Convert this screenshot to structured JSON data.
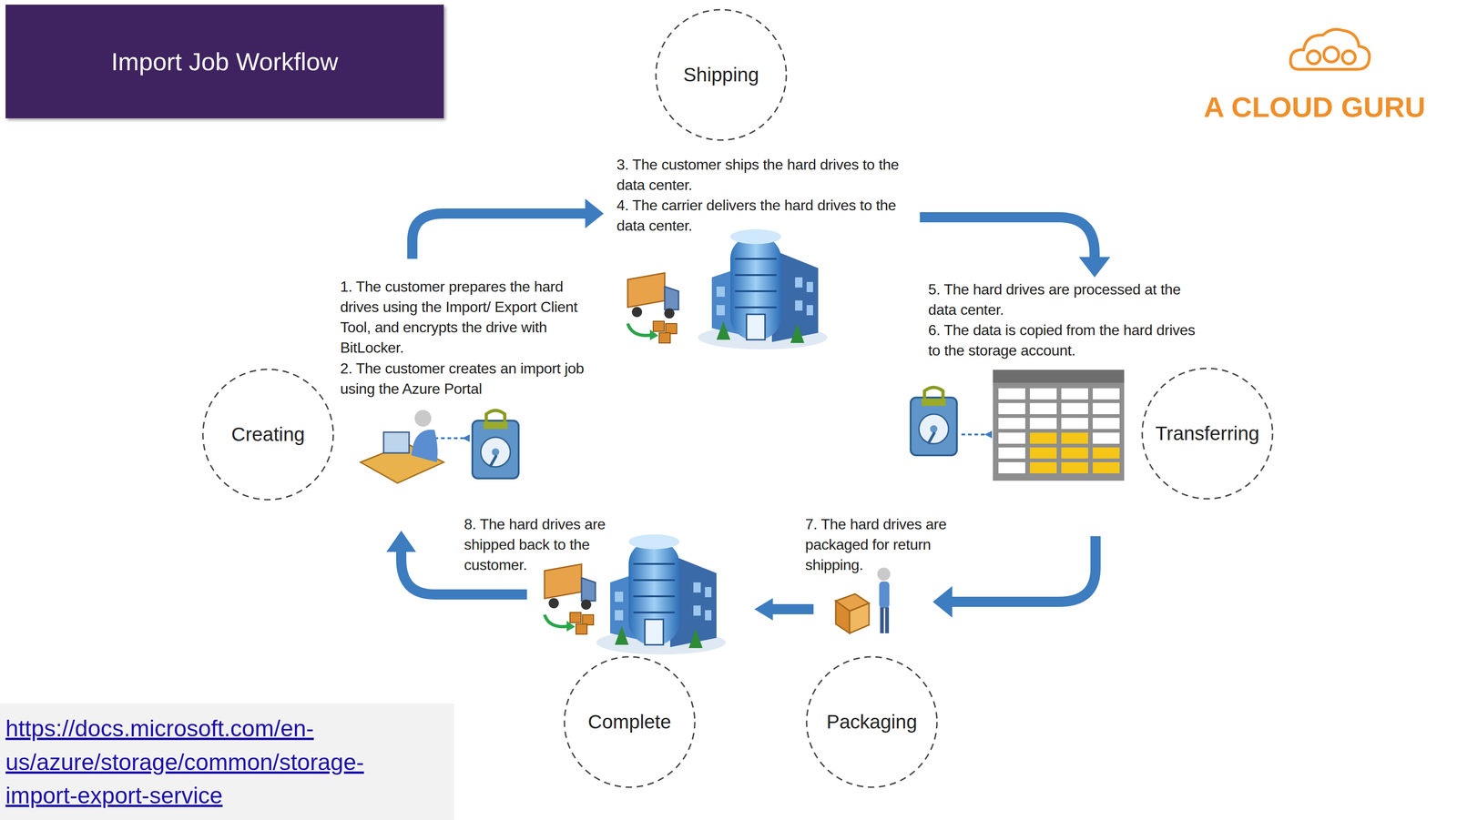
{
  "diagram": {
    "title": "Import Job Workflow",
    "nodes": [
      {
        "text": [
          "Shipping"
        ]
      },
      {
        "text": [
          "Creating"
        ]
      },
      {
        "text": [
          "Transferring"
        ]
      },
      {
        "text": [
          "Complete"
        ]
      },
      {
        "text": [
          "Packaging"
        ]
      }
    ],
    "labels": [
      "A CLOUD GURU",
      "3. The customer ships the hard drives to the data center.",
      "4. The carrier delivers the hard drives to the data center.",
      "1. The customer prepares the hard drives using the Import/ Export Client Tool, and encrypts the drive with BitLocker.",
      "2. The customer creates an import job using the Azure Portal",
      "5. The hard drives are processed at the data center.",
      "6. The data is copied from the hard drives to the storage account.",
      "8. The hard drives are shipped back to the customer.",
      "7. The hard drives are packaged for return shipping.",
      "https://docs.microsoft.com/en- us/azure/storage/common/storage- import-export-service"
    ]
  }
}
